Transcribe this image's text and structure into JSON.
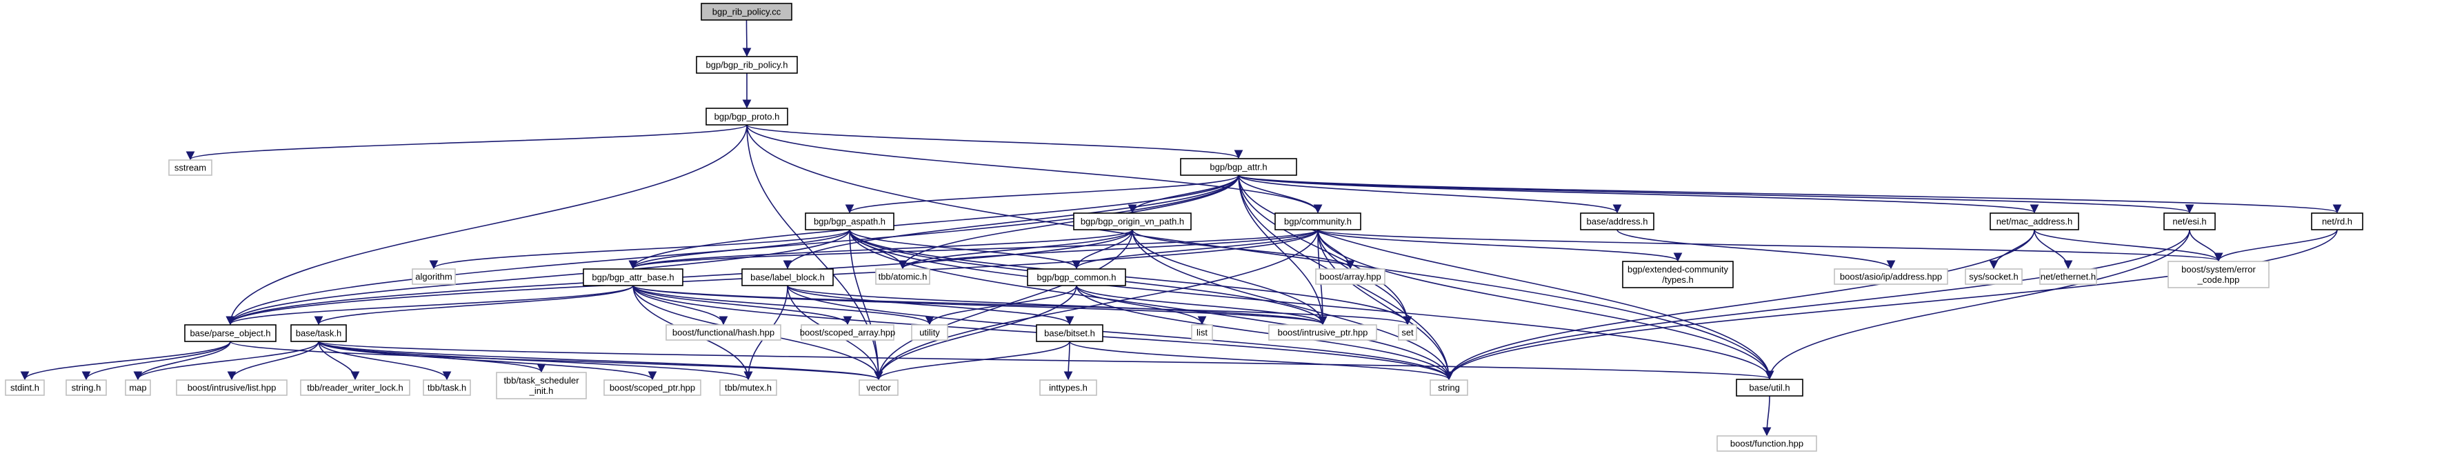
{
  "colors": {
    "edge": "#191970",
    "root_fill": "#bfbfbf",
    "border": "#000000",
    "external_border": "#bfbfbf",
    "text": "#000000"
  },
  "nodes": {
    "n0": {
      "label": [
        "bgp_rib_policy.cc"
      ],
      "kind": "root"
    },
    "n1": {
      "label": [
        "bgp/bgp_rib_policy.h"
      ],
      "kind": "header"
    },
    "n2": {
      "label": [
        "bgp/bgp_proto.h"
      ],
      "kind": "header"
    },
    "n3": {
      "label": [
        "sstream"
      ],
      "kind": "external"
    },
    "n4": {
      "label": [
        "bgp/bgp_attr.h"
      ],
      "kind": "header"
    },
    "n5": {
      "label": [
        "bgp/bgp_aspath.h"
      ],
      "kind": "header"
    },
    "n6": {
      "label": [
        "bgp/bgp_origin_vn_path.h"
      ],
      "kind": "header"
    },
    "n7": {
      "label": [
        "bgp/community.h"
      ],
      "kind": "header"
    },
    "n8": {
      "label": [
        "base/address.h"
      ],
      "kind": "header"
    },
    "n9": {
      "label": [
        "net/mac_address.h"
      ],
      "kind": "header"
    },
    "n10": {
      "label": [
        "net/esi.h"
      ],
      "kind": "header"
    },
    "n11": {
      "label": [
        "net/rd.h"
      ],
      "kind": "header"
    },
    "n12": {
      "label": [
        "algorithm"
      ],
      "kind": "external"
    },
    "n13": {
      "label": [
        "bgp/bgp_attr_base.h"
      ],
      "kind": "header"
    },
    "n14": {
      "label": [
        "base/label_block.h"
      ],
      "kind": "header"
    },
    "n15": {
      "label": [
        "tbb/atomic.h"
      ],
      "kind": "external"
    },
    "n16": {
      "label": [
        "bgp/bgp_common.h"
      ],
      "kind": "header"
    },
    "n17": {
      "label": [
        "boost/array.hpp"
      ],
      "kind": "external"
    },
    "n18": {
      "label": [
        "bgp/extended-community",
        "/types.h"
      ],
      "kind": "header"
    },
    "n19": {
      "label": [
        "boost/asio/ip/address.hpp"
      ],
      "kind": "external"
    },
    "n20": {
      "label": [
        "sys/socket.h"
      ],
      "kind": "external"
    },
    "n21": {
      "label": [
        "net/ethernet.h"
      ],
      "kind": "external"
    },
    "n22": {
      "label": [
        "boost/system/error",
        "_code.hpp"
      ],
      "kind": "external"
    },
    "n23": {
      "label": [
        "boost/functional/hash.hpp"
      ],
      "kind": "external"
    },
    "n24": {
      "label": [
        "boost/scoped_array.hpp"
      ],
      "kind": "external"
    },
    "n25": {
      "label": [
        "utility"
      ],
      "kind": "external"
    },
    "n26": {
      "label": [
        "list"
      ],
      "kind": "external"
    },
    "n27": {
      "label": [
        "boost/intrusive_ptr.hpp"
      ],
      "kind": "external"
    },
    "n28": {
      "label": [
        "set"
      ],
      "kind": "external"
    },
    "n29": {
      "label": [
        "base/parse_object.h"
      ],
      "kind": "header"
    },
    "n30": {
      "label": [
        "base/task.h"
      ],
      "kind": "header"
    },
    "n31": {
      "label": [
        "base/bitset.h"
      ],
      "kind": "header"
    },
    "n32": {
      "label": [
        "stdint.h"
      ],
      "kind": "external"
    },
    "n33": {
      "label": [
        "string.h"
      ],
      "kind": "external"
    },
    "n34": {
      "label": [
        "map"
      ],
      "kind": "external"
    },
    "n35": {
      "label": [
        "boost/intrusive/list.hpp"
      ],
      "kind": "external"
    },
    "n36": {
      "label": [
        "tbb/reader_writer_lock.h"
      ],
      "kind": "external"
    },
    "n37": {
      "label": [
        "tbb/task.h"
      ],
      "kind": "external"
    },
    "n38": {
      "label": [
        "tbb/task_scheduler",
        "_init.h"
      ],
      "kind": "external"
    },
    "n39": {
      "label": [
        "boost/scoped_ptr.hpp"
      ],
      "kind": "external"
    },
    "n40": {
      "label": [
        "tbb/mutex.h"
      ],
      "kind": "external"
    },
    "n41": {
      "label": [
        "vector"
      ],
      "kind": "external"
    },
    "n42": {
      "label": [
        "inttypes.h"
      ],
      "kind": "external"
    },
    "n43": {
      "label": [
        "string"
      ],
      "kind": "external"
    },
    "n44": {
      "label": [
        "base/util.h"
      ],
      "kind": "header"
    },
    "n45": {
      "label": [
        "boost/function.hpp"
      ],
      "kind": "external"
    }
  },
  "edges": [
    [
      "n0",
      "n1"
    ],
    [
      "n1",
      "n2"
    ],
    [
      "n2",
      "n3"
    ],
    [
      "n2",
      "n4"
    ],
    [
      "n2",
      "n29"
    ],
    [
      "n2",
      "n7"
    ],
    [
      "n2",
      "n41"
    ],
    [
      "n2",
      "n44"
    ],
    [
      "n4",
      "n5"
    ],
    [
      "n4",
      "n6"
    ],
    [
      "n4",
      "n7"
    ],
    [
      "n4",
      "n8"
    ],
    [
      "n4",
      "n9"
    ],
    [
      "n4",
      "n10"
    ],
    [
      "n4",
      "n11"
    ],
    [
      "n4",
      "n13"
    ],
    [
      "n4",
      "n14"
    ],
    [
      "n4",
      "n29"
    ],
    [
      "n4",
      "n27"
    ],
    [
      "n4",
      "n28"
    ],
    [
      "n4",
      "n15"
    ],
    [
      "n4",
      "n43"
    ],
    [
      "n4",
      "n44"
    ],
    [
      "n5",
      "n12"
    ],
    [
      "n5",
      "n13"
    ],
    [
      "n5",
      "n29"
    ],
    [
      "n5",
      "n15"
    ],
    [
      "n5",
      "n16"
    ],
    [
      "n5",
      "n27"
    ],
    [
      "n5",
      "n28"
    ],
    [
      "n5",
      "n41"
    ],
    [
      "n5",
      "n43"
    ],
    [
      "n5",
      "n44"
    ],
    [
      "n6",
      "n13"
    ],
    [
      "n6",
      "n15"
    ],
    [
      "n6",
      "n16"
    ],
    [
      "n6",
      "n17"
    ],
    [
      "n6",
      "n27"
    ],
    [
      "n6",
      "n29"
    ],
    [
      "n6",
      "n41"
    ],
    [
      "n6",
      "n43"
    ],
    [
      "n7",
      "n13"
    ],
    [
      "n7",
      "n15"
    ],
    [
      "n7",
      "n16"
    ],
    [
      "n7",
      "n17"
    ],
    [
      "n7",
      "n18"
    ],
    [
      "n7",
      "n22"
    ],
    [
      "n7",
      "n27"
    ],
    [
      "n7",
      "n28"
    ],
    [
      "n7",
      "n29"
    ],
    [
      "n7",
      "n43"
    ],
    [
      "n7",
      "n44"
    ],
    [
      "n7",
      "n41"
    ],
    [
      "n8",
      "n19"
    ],
    [
      "n9",
      "n20"
    ],
    [
      "n9",
      "n21"
    ],
    [
      "n9",
      "n22"
    ],
    [
      "n9",
      "n43"
    ],
    [
      "n10",
      "n22"
    ],
    [
      "n10",
      "n43"
    ],
    [
      "n10",
      "n44"
    ],
    [
      "n11",
      "n22"
    ],
    [
      "n11",
      "n43"
    ],
    [
      "n13",
      "n23"
    ],
    [
      "n13",
      "n24"
    ],
    [
      "n13",
      "n25"
    ],
    [
      "n13",
      "n27"
    ],
    [
      "n13",
      "n28"
    ],
    [
      "n13",
      "n29"
    ],
    [
      "n13",
      "n30"
    ],
    [
      "n13",
      "n40"
    ],
    [
      "n13",
      "n41"
    ],
    [
      "n13",
      "n43"
    ],
    [
      "n14",
      "n31"
    ],
    [
      "n14",
      "n27"
    ],
    [
      "n14",
      "n40"
    ],
    [
      "n14",
      "n41"
    ],
    [
      "n14",
      "n43"
    ],
    [
      "n16",
      "n25"
    ],
    [
      "n16",
      "n26"
    ],
    [
      "n16",
      "n27"
    ],
    [
      "n16",
      "n41"
    ],
    [
      "n16",
      "n43"
    ],
    [
      "n29",
      "n32"
    ],
    [
      "n29",
      "n33"
    ],
    [
      "n29",
      "n34"
    ],
    [
      "n29",
      "n41"
    ],
    [
      "n30",
      "n34"
    ],
    [
      "n30",
      "n35"
    ],
    [
      "n30",
      "n36"
    ],
    [
      "n30",
      "n37"
    ],
    [
      "n30",
      "n38"
    ],
    [
      "n30",
      "n39"
    ],
    [
      "n30",
      "n40"
    ],
    [
      "n30",
      "n41"
    ],
    [
      "n30",
      "n44"
    ],
    [
      "n31",
      "n42"
    ],
    [
      "n31",
      "n41"
    ],
    [
      "n31",
      "n43"
    ],
    [
      "n44",
      "n45"
    ]
  ]
}
